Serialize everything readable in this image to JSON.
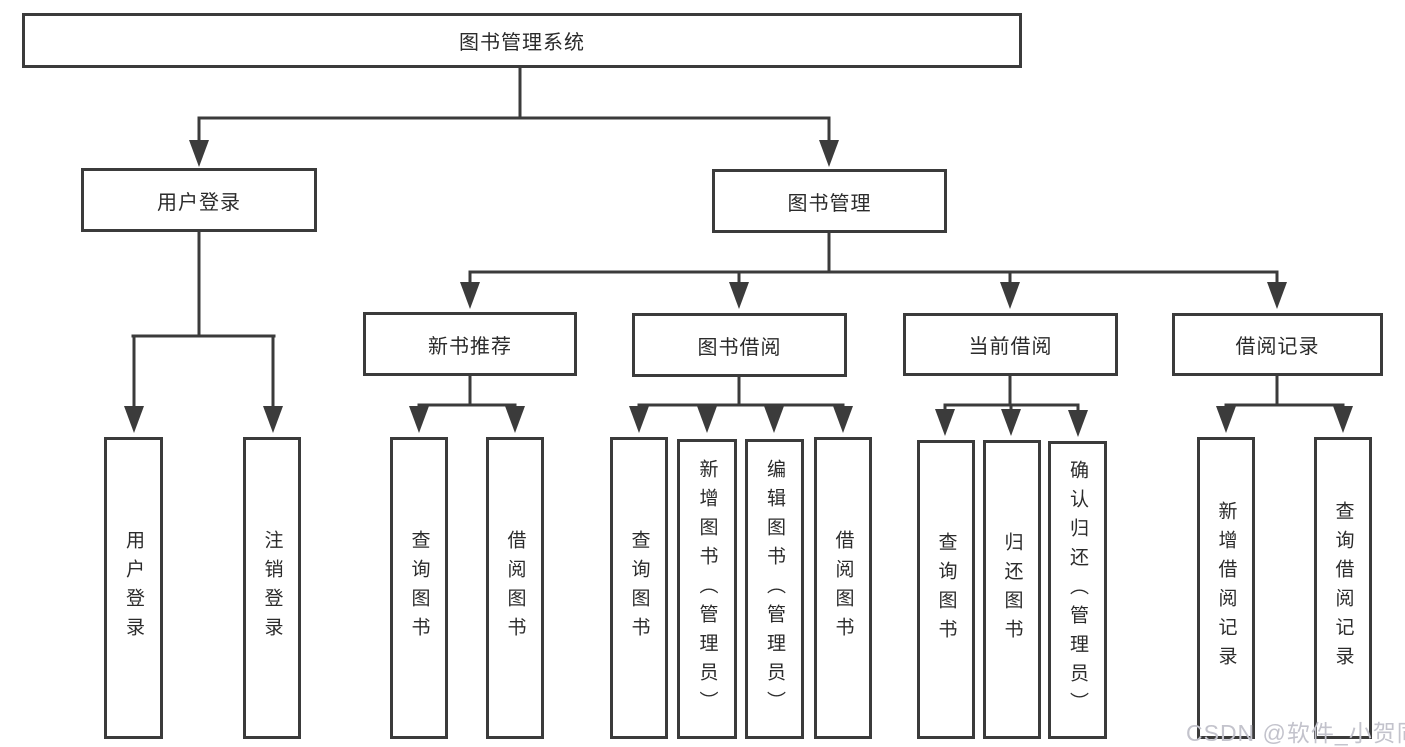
{
  "diagram": {
    "root": {
      "label": "图书管理系统"
    },
    "level2": [
      {
        "label": "用户登录",
        "children": [
          {
            "label": "用户登录"
          },
          {
            "label": "注销登录"
          }
        ]
      },
      {
        "label": "图书管理",
        "children": [
          {
            "label": "新书推荐",
            "children": [
              {
                "label": "查询图书"
              },
              {
                "label": "借阅图书"
              }
            ]
          },
          {
            "label": "图书借阅",
            "children": [
              {
                "label": "查询图书"
              },
              {
                "label": "新增图书（管理员）"
              },
              {
                "label": "编辑图书（管理员）"
              },
              {
                "label": "借阅图书"
              }
            ]
          },
          {
            "label": "当前借阅",
            "children": [
              {
                "label": "查询图书"
              },
              {
                "label": "归还图书"
              },
              {
                "label": "确认归还（管理员）"
              }
            ]
          },
          {
            "label": "借阅记录",
            "children": [
              {
                "label": "新增借阅记录"
              },
              {
                "label": "查询借阅记录"
              }
            ]
          }
        ]
      }
    ]
  },
  "watermark": {
    "text": "CSDN @软件_小贺同学",
    "color": "#c3c3cc"
  },
  "colors": {
    "line": "#3b3b3b",
    "box_border": "#3b3b3b",
    "box_fill": "#ffffff",
    "text": "#2b2b2b",
    "background": "#ffffff"
  }
}
